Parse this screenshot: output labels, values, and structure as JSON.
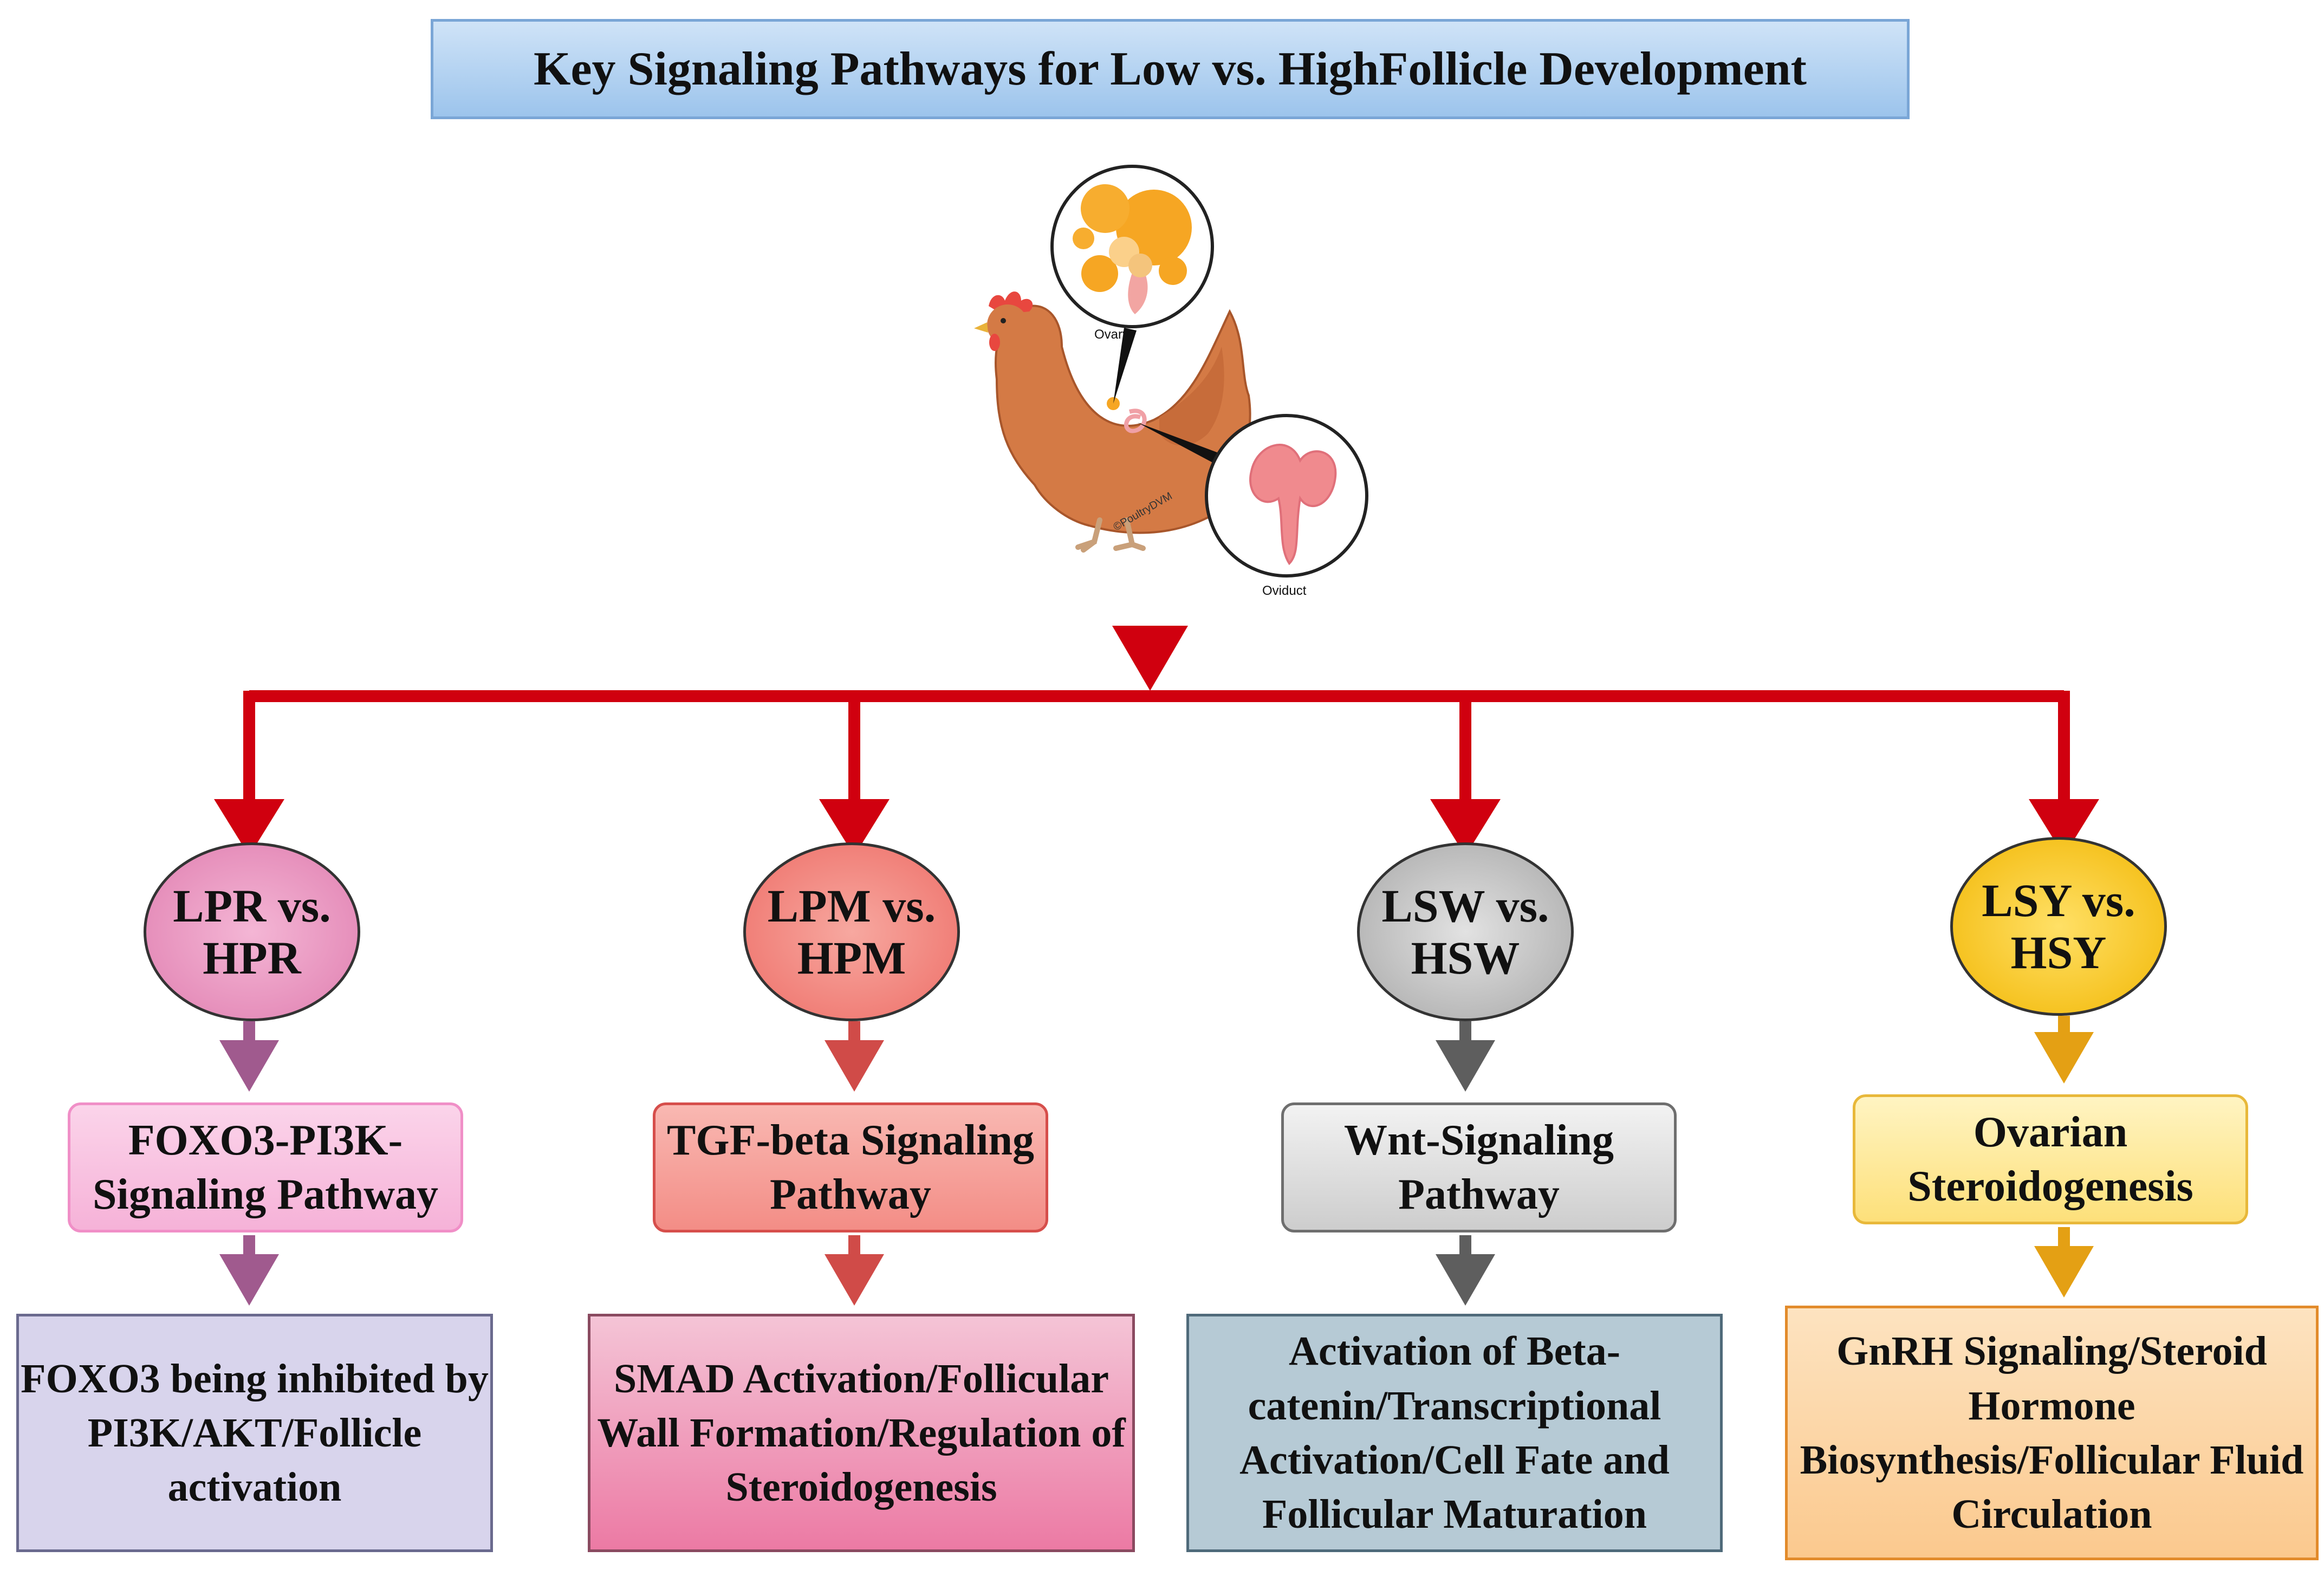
{
  "title": "Key Signaling Pathways for Low vs. HighFollicle Development",
  "illustration": {
    "ovary_label": "Ovary",
    "oviduct_label": "Oviduct",
    "credit": "©PoultryDVM"
  },
  "columns": [
    {
      "comparison_line1": "LPR vs.",
      "comparison_line2": "HPR",
      "pathway": "FOXO3-PI3K-Signaling Pathway",
      "outcome": "FOXO3 being inhibited by PI3K/AKT/Follicle activation",
      "colors": {
        "oval": "#e78bb8",
        "pathway_bg": "#f9c6e2",
        "outcome_bg": "#d8d4ec",
        "arrow": "#a05a8e"
      }
    },
    {
      "comparison_line1": "LPM vs.",
      "comparison_line2": "HPM",
      "pathway": "TGF-beta Signaling Pathway",
      "outcome": "SMAD Activation/Follicular Wall Formation/Regulation of Steroidogenesis",
      "colors": {
        "oval": "#f2837a",
        "pathway_bg": "#f7a29a",
        "outcome_bg": "#ef86ab",
        "arrow": "#d04b48"
      }
    },
    {
      "comparison_line1": "LSW vs.",
      "comparison_line2": "HSW",
      "pathway": "Wnt-Signaling Pathway",
      "outcome": "Activation of Beta-catenin/Transcriptional Activation/Cell Fate and Follicular Maturation",
      "colors": {
        "oval": "#b8b8b8",
        "pathway_bg": "#dcdcdc",
        "outcome_bg": "#b6cad5",
        "arrow": "#5e5e5e"
      }
    },
    {
      "comparison_line1": "LSY vs.",
      "comparison_line2": "HSY",
      "pathway": "Ovarian Steroidogenesis",
      "outcome": "GnRH Signaling/Steroid Hormone Biosynthesis/Follicular Fluid Circulation",
      "colors": {
        "oval": "#f7c20f",
        "pathway_bg": "#fde98e",
        "outcome_bg": "#fbd6a4",
        "arrow": "#e4a014"
      }
    }
  ],
  "colors": {
    "connector": "#d0000f",
    "title_border": "#7aa6d6"
  }
}
